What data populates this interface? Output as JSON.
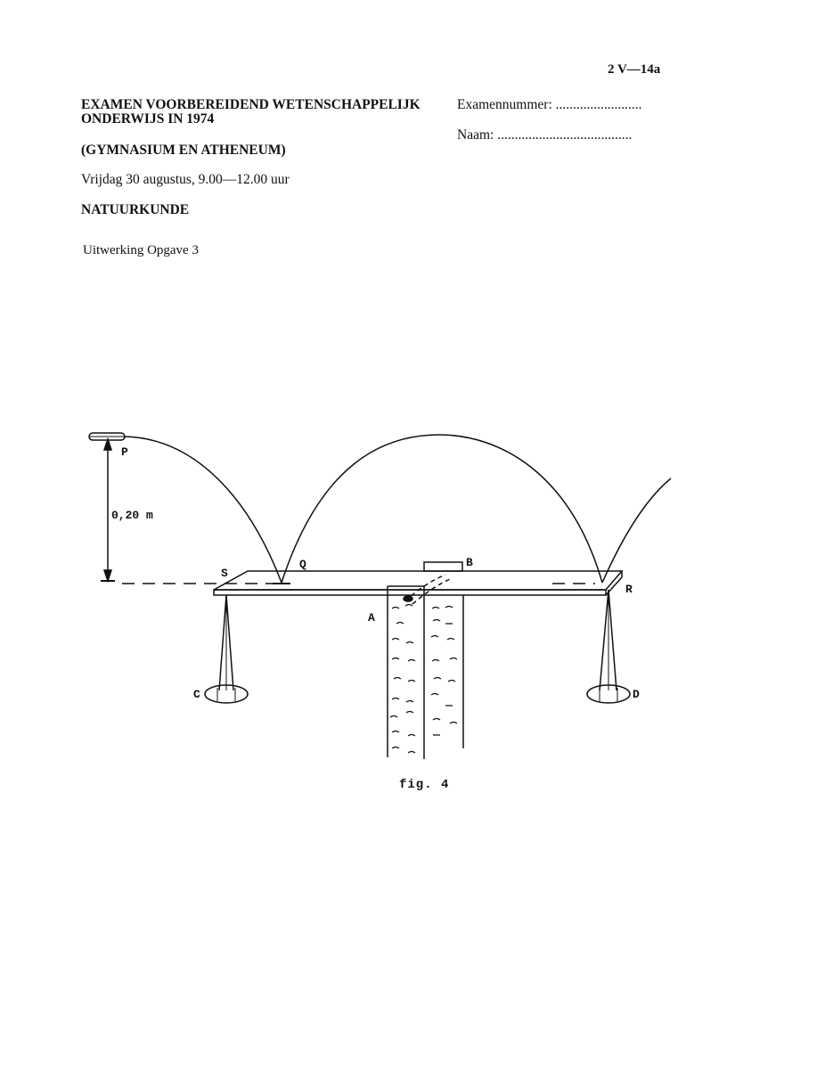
{
  "page_code": "2 V—14a",
  "exam_title_line1": "EXAMEN VOORBEREIDEND WETENSCHAPPELIJK",
  "exam_title_line2": "ONDERWIJS IN 1974",
  "school_types": "(GYMNASIUM EN ATHENEUM)",
  "date_time": "Vrijdag 30 augustus, 9.00—12.00 uur",
  "subject": "NATUURKUNDE",
  "section": "Uitwerking Opgave 3",
  "fields": {
    "exam_number": "Examennummer: .........................",
    "name": "Naam: ......................................."
  },
  "figure": {
    "height_label": "0,20 m",
    "point_labels": {
      "P": "P",
      "Q": "Q",
      "S": "S",
      "B": "B",
      "R": "R",
      "A": "A",
      "C": "C",
      "D": "D"
    },
    "caption": "fig. 4"
  }
}
